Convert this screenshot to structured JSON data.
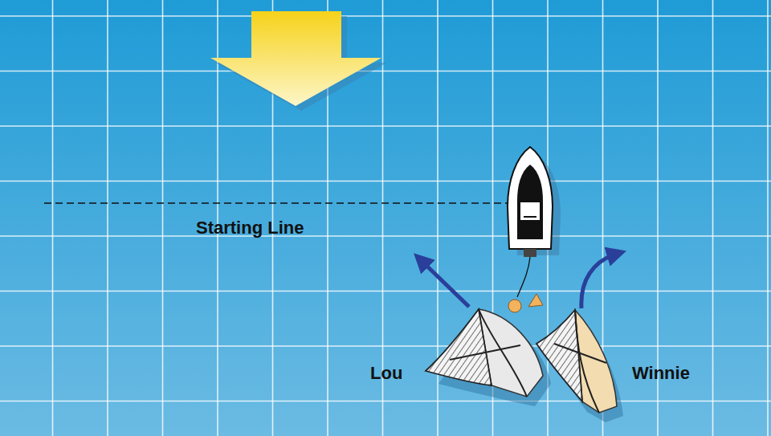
{
  "diagram": {
    "labels": [
      "Starting Line",
      "Lou",
      "Winnie"
    ]
  }
}
